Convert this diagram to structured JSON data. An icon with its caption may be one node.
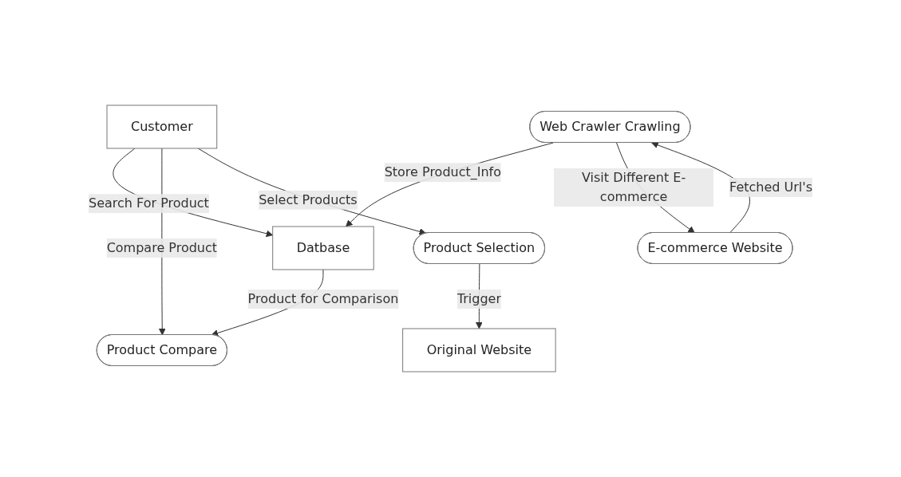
{
  "diagram": {
    "nodes": [
      {
        "text": [
          "Customer"
        ]
      },
      {
        "text": [
          "Product Compare"
        ]
      },
      {
        "text": [
          "Product Selection"
        ]
      },
      {
        "text": [
          "Web Crawler Crawling"
        ]
      },
      {
        "text": [
          "Datbase"
        ]
      },
      {
        "text": [
          "Original Website"
        ]
      },
      {
        "text": [
          "E-commerce Website"
        ]
      }
    ],
    "edges": [
      {
        "from": 0,
        "to": 4,
        "arrow": "to",
        "label": "Search For Product"
      },
      {
        "from": 0,
        "to": 1,
        "arrow": "to",
        "label": "Compare Product"
      },
      {
        "from": 0,
        "to": 2,
        "arrow": "to",
        "label": "Select Products"
      },
      {
        "from": 4,
        "to": 1,
        "arrow": "to",
        "label": "Product for Comparison"
      },
      {
        "from": 3,
        "to": 4,
        "arrow": "to",
        "label": "Store Product_Info"
      },
      {
        "from": 2,
        "to": 5,
        "arrow": "to",
        "label": "Trigger"
      },
      {
        "from": 3,
        "to": 6,
        "arrow": "to",
        "label": "Visit Different E-commerce"
      },
      {
        "from": 6,
        "to": 3,
        "arrow": "to",
        "label": "Fetched Url's"
      }
    ]
  }
}
